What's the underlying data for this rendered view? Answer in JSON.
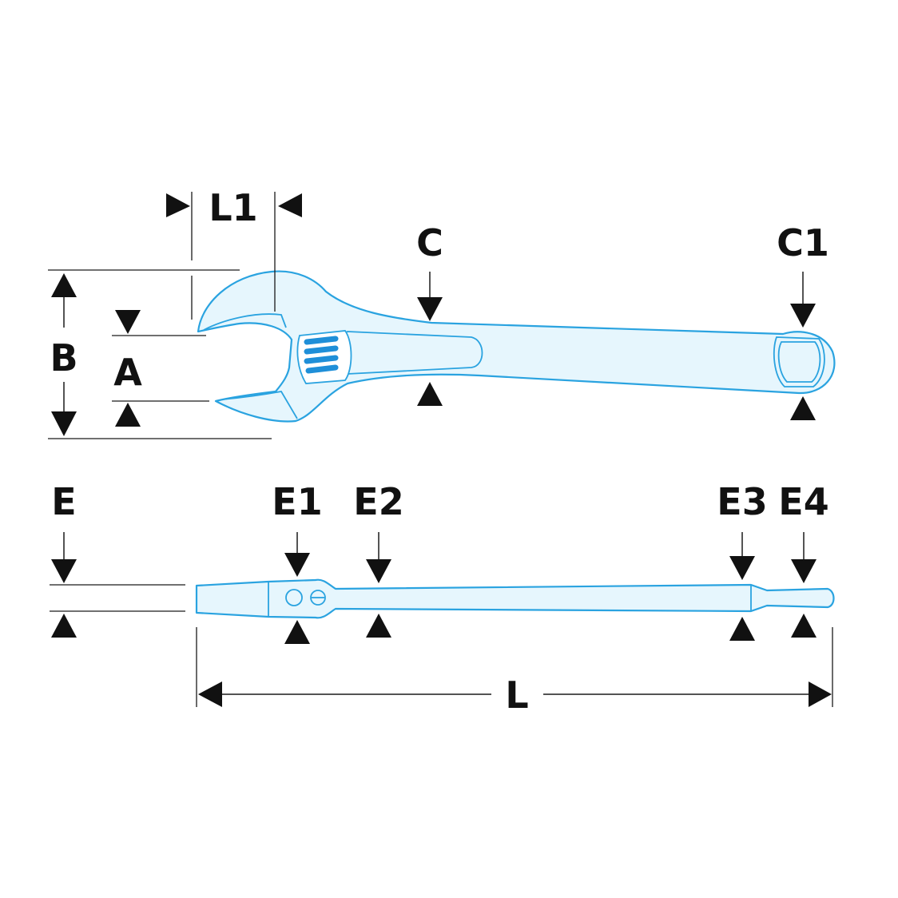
{
  "labels": {
    "L1": "L1",
    "C": "C",
    "C1": "C1",
    "B": "B",
    "A": "A",
    "E": "E",
    "E1": "E1",
    "E2": "E2",
    "E3": "E3",
    "E4": "E4",
    "L": "L"
  },
  "colors": {
    "outline": "#2aa3e0",
    "fill": "#e6f6fd",
    "worm": "#1f8fd8",
    "dimension": "#111111"
  }
}
